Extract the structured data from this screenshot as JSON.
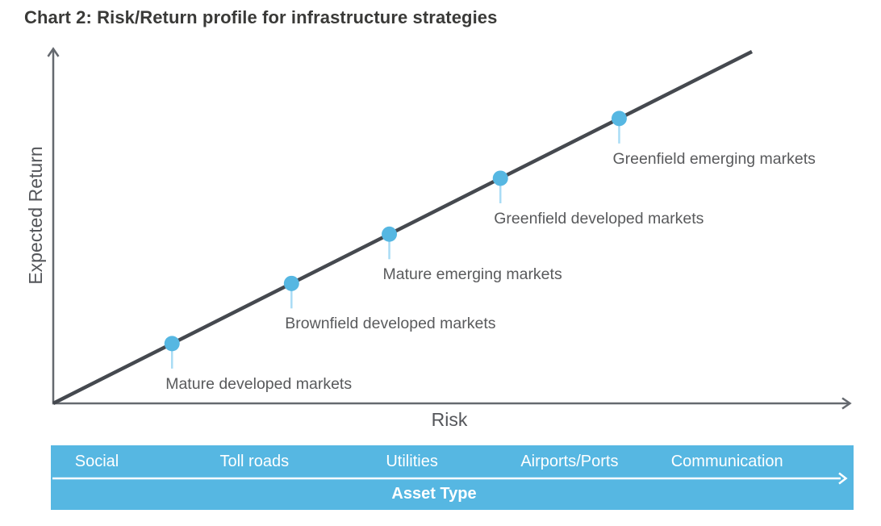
{
  "chart_data": {
    "type": "scatter",
    "title": "Chart 2: Risk/Return profile for infrastructure strategies",
    "xlabel": "Risk",
    "ylabel": "Expected Return",
    "description": "Qualitative risk/return frontier: five infrastructure strategies plotted along an upward straight line from low risk / low return to high risk / high return. No numeric ticks or gridlines shown.",
    "axes": {
      "x_range": [
        0,
        1
      ],
      "y_range": [
        0,
        1
      ],
      "ticks": "none",
      "grid": false
    },
    "line": {
      "type": "linear",
      "from": {
        "risk": 0,
        "return": 0
      },
      "to": {
        "risk": 1,
        "return": 1
      }
    },
    "points": [
      {
        "label": "Mature developed markets",
        "risk": 0.17,
        "expected_return": 0.17
      },
      {
        "label": "Brownfield developed markets",
        "risk": 0.341,
        "expected_return": 0.341
      },
      {
        "label": "Mature emerging markets",
        "risk": 0.481,
        "expected_return": 0.481
      },
      {
        "label": "Greenfield developed markets",
        "risk": 0.64,
        "expected_return": 0.64
      },
      {
        "label": "Greenfield emerging markets",
        "risk": 0.81,
        "expected_return": 0.81
      }
    ],
    "legend": "none"
  },
  "asset_band": {
    "categories": [
      "Social",
      "Toll roads",
      "Utilities",
      "Airports/Ports",
      "Communication"
    ],
    "axis_label": "Asset Type"
  },
  "colors": {
    "accent_blue": "#56b7e2",
    "leader_blue": "#a9dcf5",
    "frontier_line": "#45494f",
    "axis_gray": "#65696f",
    "axis_text": "#54565a",
    "label_gray": "#595a5c",
    "title_charcoal": "#3a3a38",
    "band_text": "#ffffff"
  }
}
